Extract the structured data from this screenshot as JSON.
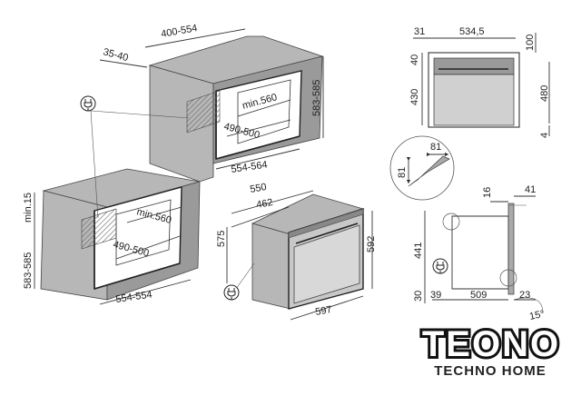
{
  "dimensions": {
    "col_top_depth": "400-554",
    "col_side": "35-40",
    "col_right_height": "583-585",
    "col_niche_depth": "min.560",
    "col_niche_height": "490-500",
    "col_niche_width": "554-564",
    "base_top": "min.15",
    "base_left_height": "583-585",
    "base_niche_depth": "min.560",
    "base_niche_height": "490-500",
    "base_niche_width": "554-554",
    "oven_depth_total": "550",
    "oven_depth_body": "462",
    "oven_height_body": "575",
    "oven_height_front": "592",
    "oven_width": "597",
    "front_31": "31",
    "front_534": "534,5",
    "front_100": "100",
    "front_40": "40",
    "front_430": "430",
    "front_480": "480",
    "front_4": "4",
    "detail_81a": "81",
    "detail_81b": "81",
    "side_16": "16",
    "side_41": "41",
    "side_441": "441",
    "side_30": "30",
    "side_39": "39",
    "side_509": "509",
    "side_23": "23",
    "side_angle": "15°"
  },
  "logo": {
    "brand": "TEONO",
    "tagline": "TECHNO HOME"
  }
}
